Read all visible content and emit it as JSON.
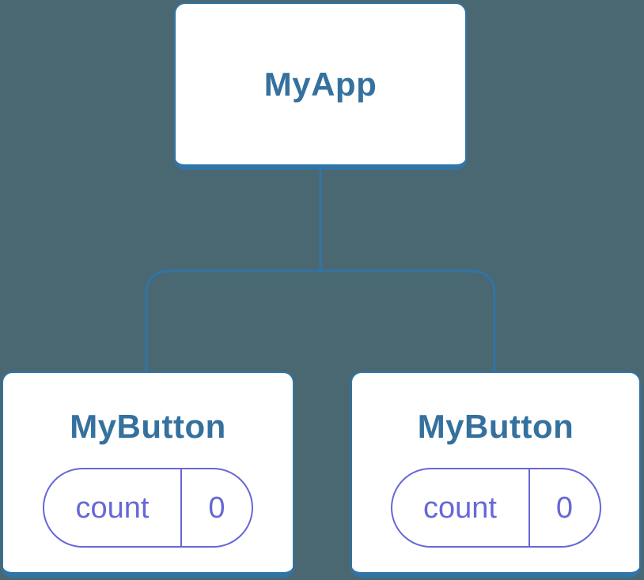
{
  "diagram": {
    "kind": "component-tree",
    "root": {
      "label": "MyApp"
    },
    "children": [
      {
        "label": "MyButton",
        "state": {
          "key": "count",
          "value": "0"
        }
      },
      {
        "label": "MyButton",
        "state": {
          "key": "count",
          "value": "0"
        }
      }
    ]
  },
  "colors": {
    "canvas_bg": "#4a6872",
    "node_bg": "#ffffff",
    "node_border": "#3174a6",
    "node_title": "#35719e",
    "connector": "#3174a6",
    "state_accent": "#6767d8"
  }
}
